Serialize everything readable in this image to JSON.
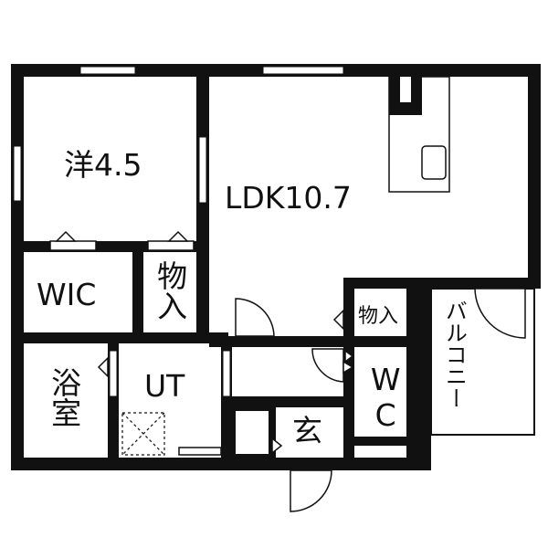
{
  "rooms": {
    "western_room": "洋4.5",
    "ldk": "LDK10.7",
    "wic": "WIC",
    "storage_1": "物入",
    "storage_2": "物入",
    "bath": "浴室",
    "utility": "UT",
    "toilet": "WC",
    "entrance": "玄",
    "balcony": "バルコニー"
  }
}
